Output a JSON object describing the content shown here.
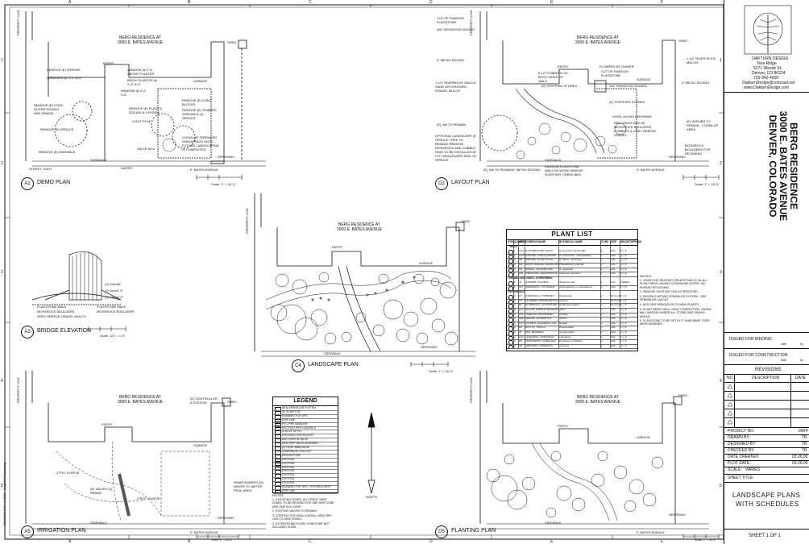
{
  "grid": {
    "columns": [
      "A",
      "B",
      "C",
      "D",
      "E",
      "F"
    ],
    "rows": [
      "1",
      "2",
      "3",
      "4",
      "5"
    ]
  },
  "views": {
    "a2": {
      "num": "A2",
      "title": "DEMO PLAN",
      "scale": "Scale: 1\" = 16'-0\""
    },
    "d2": {
      "num": "D2",
      "title": "LAYOUT PLAN",
      "scale": "Scale: 1\" = 16'-0\""
    },
    "a3": {
      "num": "A3",
      "title": "BRIDGE ELEVATION",
      "scale": "Scale: 1/2\" = 1'-0\""
    },
    "c4": {
      "num": "C4",
      "title": "LANDSCAPE PLAN",
      "scale": "Scale: 1\" = 16'-0\""
    },
    "a5": {
      "num": "A5",
      "title": "IRRIGATION PLAN",
      "scale": "Scale: 1\" = 16'-0\""
    },
    "d5": {
      "num": "D5",
      "title": "PLANTING PLAN",
      "scale": "Scale: 1\" = 16'-0\""
    }
  },
  "plan_text": {
    "residence": "BERG RESIDENCE AT",
    "address": "3000 E. BATES AVENUE",
    "property_line": "PROPERTY LINE",
    "entry": "ENTRY",
    "garage": "GARAGE",
    "shed": "SHED",
    "sidewalk": "SIDEWALK",
    "driveway": "DRIVEWAY",
    "street": "E. BATES AVENUE",
    "water": "WATER",
    "street_light": "STREET LIGHT"
  },
  "demo_notes": [
    "REMOVE (E) SHRUBS",
    "WINDOWS @ 3'-4\" A.G.",
    "REMOVE (E) CONC. SLICER EDGING AND GRAVEL",
    "REMOVE (E) SPRUCE",
    "REMOVE (E) SIDEWALK",
    "WINDOW @ 2'-6\" ABOVE PLANTER",
    "BRICK PLANTER @ 2'-6\" A.G.",
    "WINDOW @ 4'-0\" A.G.",
    "REMOVE (E) PLASTIC EDGING & 9 ROSES",
    "LIGHT POLE",
    "REMOVE (E) TIMBERS, SHRUBS & (2) SPRUCE",
    "VALVE BOX",
    "REMOVE (E) CONC. BLOCKS",
    "CLEAN-UP TERRACED SHRUB BEDS UNTIL FUTURE LANDSCAPING IS COMPLETED"
  ],
  "layout_notes": [
    "CUT OF RANDOM FLAGSTONE",
    "3x6\" REDWOOD EDGING",
    "4\" METAL EDGING",
    "1 1/2\" RIVERROCK MULCH SAND OR CRUSHED GRAVEL MULCH",
    "(E) 3x6 TO REMAIN",
    "OPTIONAL LANDSCAPE @ SPRUCE TREE TO REMAIN; REMOVE MOSSROCK AND COBBLE RING TO BE INSTALLED AT CITY BOULEVARD SIDE OF SPRUCE",
    "(E) 3x6 TO REMAIN",
    "4\" METAL EDGING",
    "RANDOM FLAGSTONE WALK W/ WOOD BRIDGE OVER DRY CREEK BED",
    "6-12\" COBBLES ON BOTH SIDES OF WALK",
    "(E) STEPPING STONES",
    "FLOWERS BY OWNER",
    "CUT OF RANDOM FLAGSTONE",
    "3x6\" REDWOOD EDGING",
    "(E) STEPPING STONES",
    "LEVEL ALONG DRIVEWAY",
    "DRY CREEK BED W/ MOSSROCK BOULDERS, COBBLES & GREY BREEZE GRAVEL",
    "4\" METAL EDGING",
    "1 1/2\" RIVER ROCK MULCH",
    "(E) SHRUBS TO REMAIN - CLEAN-UP AREA",
    "MOSSROCK BOULDERS FOR RETAINING"
  ],
  "bridge_notes": [
    "(2) 2x6x36\"",
    "(3) 3x4x6\"-9\"",
    "(4) 4x4x2\"-9\"",
    "FLAGSTONE WALK",
    "MOSSROCK BOULDERS",
    "GREY BREEZE GRAVEL MULCH",
    "FLAGSTONE WALK",
    "MOSSROCK BOULDERS"
  ],
  "irrigation_notes": [
    "(E) CONTROLLER & STATION",
    "2\"PVC SLEEVE",
    "(E) VALVES (2) REBAR",
    "2\"PVC SLEEVE",
    "HOMEOWNER'S (E) WATER TO METER PEAK AREA"
  ],
  "legend": {
    "title": "LEGEND",
    "items": [
      "NEW SPRINKLER SYSTEM",
      "(E) SCRIPTOR",
      "RAINBIRD POP-UPS",
      "DRIP LINE",
      "PVC PIPE MAINLINE",
      "PVC POLY PIPE LATERALS",
      "SLEEVE IN PVC",
      "EXISTING CONTROLLER",
      "ANTI-SIPHON VALVE",
      "NEW DRIP VALVE ASSEMBLY",
      "(E) HOSE BIBB VALVE",
      "ZONE/VALVE CALLOUT",
      "DESCRIPTION",
      "EXISTING",
      "EXISTING",
      "EXISTING",
      "EXISTING",
      "EXISTING",
      "EXISTING",
      "EXISTING",
      "RAINBIRD POP-UPS - ROTORS & MPR",
      "DRIP LINE"
    ],
    "notes_title": "NOTES:",
    "notes": [
      "1. 6 EXISTING ZONES, ALL FRONT YARD ZONES TO BE REVISED FOR ONE DRIP ZONE AND ONE SOD ZONE.",
      "2. EXISTING VALVES TO REMAIN.",
      "3. CONTRACTOR SHALL INSTALL NEW DRIP LINE TO NEW ZONES.",
      "4. EXTERIOR BACKYARD ZONES ARE NOT INCLUDED IN BID."
    ]
  },
  "north": "NORTH",
  "plant_list": {
    "title": "PLANT LIST",
    "columns": [
      "SYM",
      "QUANT",
      "ABBR",
      "COMMON NAME",
      "BOTANICAL NAME",
      "COND",
      "SIZE",
      "HEIGHT/SPREAD"
    ],
    "groups": [
      {
        "name": "TREES",
        "rows": [
          [
            "",
            "1",
            "COL",
            "COTONEASTER, ROCK",
            "Cotoneaster horizontalis",
            "1",
            "GAL",
            "2' x 4'"
          ],
          [
            "",
            "1",
            "DOT",
            "DAPHNE, CAROL MACKIE",
            "D. burkwoodii - Carol Mackie",
            "1",
            "GAL",
            "3' x 3'"
          ],
          [
            "",
            "2",
            "DB",
            "DAPHNE, FLUFF CLOW",
            "D. odora - Fluff Clow",
            "1",
            "GAL",
            "2' x 3'"
          ],
          [
            "",
            "4",
            "MA",
            "MOCKORANGE, DWARF MINNESOTA",
            "Philadelphus virginalis",
            "1",
            "GAL",
            "4' x 4'"
          ],
          [
            "",
            "1",
            "SP",
            "SPIREA, SNOWMOUND",
            "S. nipponica",
            "1",
            "GAL",
            "3' x 5'"
          ],
          [
            "",
            "1",
            "WD",
            "VIBURNUM, ARROWWOOD",
            "Viburnum dentatum",
            "1",
            "GAL",
            "5' x 6'"
          ]
        ]
      },
      {
        "name": "SHRUBS AND VINES - EVERGREEN",
        "rows": [
          [
            "",
            "2",
            "JC",
            "JUNIPER, SCANDIA",
            "Juniperus sab.",
            "1",
            "GAL",
            "VARIES"
          ],
          [
            "",
            "1",
            "MC",
            "MANZANITA, COLORADO",
            "Arctostaphylos x coloradensis",
            "1",
            "GAL",
            "1' x 6'"
          ]
        ]
      },
      {
        "name": "PERENNIALS",
        "rows": [
          [
            "",
            "3",
            "CT",
            "CAMPANULA, THORNE'S",
            "Campanula",
            "1",
            "#1 CLUMP",
            "2' x 2'"
          ],
          [
            "",
            "8",
            "FP",
            "FLOWERS, PRIMROSE DAY",
            "Primula",
            "1",
            "#1 CLUMP",
            "1' x 1'"
          ],
          [
            "",
            "4",
            "RH",
            "RUDBECKIA, GOLDSTURM",
            "Rudbeckia fulgida",
            "1",
            "#1 CLUMP",
            "2' x 2'"
          ],
          [
            "",
            "8",
            "ALL",
            "ALLIUM, PURPLE SENSATION",
            "Allium",
            "1",
            "GAL",
            "3' x 1'"
          ],
          [
            "",
            "3",
            "ACH",
            "YARROW, MOONSHINE",
            "Achillea",
            "1",
            "GAL",
            "2' x 2'"
          ],
          [
            "",
            "3",
            "SED",
            "SEDUM, AUTUMN JOY",
            "Sedum",
            "1",
            "GAL",
            "2' x 2'"
          ],
          [
            "",
            "4",
            "CAT",
            "CATMINT, WALKER'S LOW",
            "Nepeta",
            "1",
            "GAL",
            "2' x 3'"
          ],
          [
            "",
            "2",
            "DS",
            "DAYLILY, STELLA",
            "Hemerocallis",
            "1",
            "GAL",
            "1' x 2'"
          ],
          [
            "",
            "6",
            "IR",
            "IRIS, BEARDED",
            "Iris germanica",
            "1",
            "GAL",
            "2' x 1'"
          ],
          [
            "",
            "4",
            "LAV",
            "LAVENDER, MUNSTEAD",
            "Lavandula",
            "1",
            "GAL",
            "1' x 2'"
          ],
          [
            "",
            "3",
            "PN",
            "PENSTEMON, PINEFLEAF",
            "Penstemon pinifolius",
            "1",
            "GAL",
            "1' x 1'"
          ],
          [
            "",
            "6",
            "VE",
            "VERONICA, CREEPING",
            "Veronica",
            "1",
            "GAL",
            "4\" x 2'"
          ]
        ]
      }
    ],
    "notes_title": "NOTES:",
    "notes": [
      "1. 3 INCH OR CRUSHED GRANITE MULCH IN ALL PLANT BEDS UNLESS OTHERWISE NOTED. NO PERIMETER EDGING.",
      "2. REMOVE EXISTING SOD AS SPECIFIED.",
      "3. REVISE EXISTING SPRINKLER SYSTEM - SEE SPRINKLER LAYOUT.",
      "4. ADD DRIP IRRIGATION TO NEW PLANTS.",
      "5. PLANT BEDS SHALL HAVE COMPACTION, GRADE WILL MARGIN UNDER ALL STONE AND GRAVEL AREAS.",
      "6. FLAGSTONE TO BE SET IN 3\" SAND BASE OVER WEED BARRIER."
    ]
  },
  "title_block": {
    "firm_name": "OAKTURN DESIGN",
    "firm_person": "Tess Ridge",
    "firm_street": "5271 Woods St.",
    "firm_city": "Denver, CO 80224",
    "firm_phone": "720-342-4000",
    "firm_email": "OakturnDesign@comcast.net",
    "firm_web": "www.OakturnDesign.com",
    "project_line1": "BERG RESIDENCE",
    "project_line2": "3000 E. BATES AVENUE",
    "project_line3": "DENVER, COLORADO",
    "issued_bidding": "ISSUED FOR BIDDING",
    "issued_construction": "ISSUED FOR CONSTRUCTION",
    "date_short": "date",
    "by_short": "by",
    "revisions": "REVISIONS",
    "rev_no": "NO.",
    "rev_desc": "DESCRIPTION",
    "rev_date": "DATE",
    "project_no_label": "PROJECT NO:",
    "project_no": "0904",
    "drawn_by_label": "DRAWN BY:",
    "drawn_by": "TR",
    "designed_by_label": "DESIGNED BY:",
    "designed_by": "TR",
    "checked_by_label": "CHECKED BY:",
    "checked_by": "TR",
    "date_created_label": "DATE CREATED:",
    "date_created": "03.26.09",
    "plot_date_label": "PLOT DATE:",
    "plot_date": "03.26.09",
    "scale_label": "SCALE:",
    "scale": "VARIES",
    "sheet_title_label": "SHEET TITLE",
    "sheet_title_1": "LANDSCAPE PLANS",
    "sheet_title_2": "WITH SCHEDULES",
    "sheet_of": "SHEET 1 OF 1"
  },
  "drawing_path": "DRAWING PATH: C:\\2009 - Berg\\0904-Bates.dwg"
}
